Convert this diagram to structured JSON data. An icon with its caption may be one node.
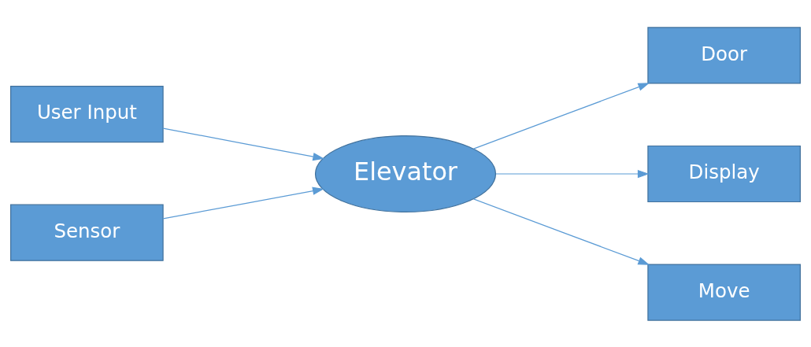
{
  "diagram": {
    "nodes": [
      {
        "text": [
          "User Input"
        ]
      },
      {
        "text": [
          "Sensor"
        ]
      },
      {
        "text": [
          "Elevator"
        ]
      },
      {
        "text": [
          "Door"
        ]
      },
      {
        "text": [
          "Display"
        ]
      },
      {
        "text": [
          "Move"
        ]
      }
    ],
    "edges": [
      {
        "from": 0,
        "to": 2,
        "arrow": "to"
      },
      {
        "from": 1,
        "to": 2,
        "arrow": "to"
      },
      {
        "from": 2,
        "to": 3,
        "arrow": "to"
      },
      {
        "from": 2,
        "to": 4,
        "arrow": "to"
      },
      {
        "from": 2,
        "to": 5,
        "arrow": "to"
      }
    ]
  }
}
